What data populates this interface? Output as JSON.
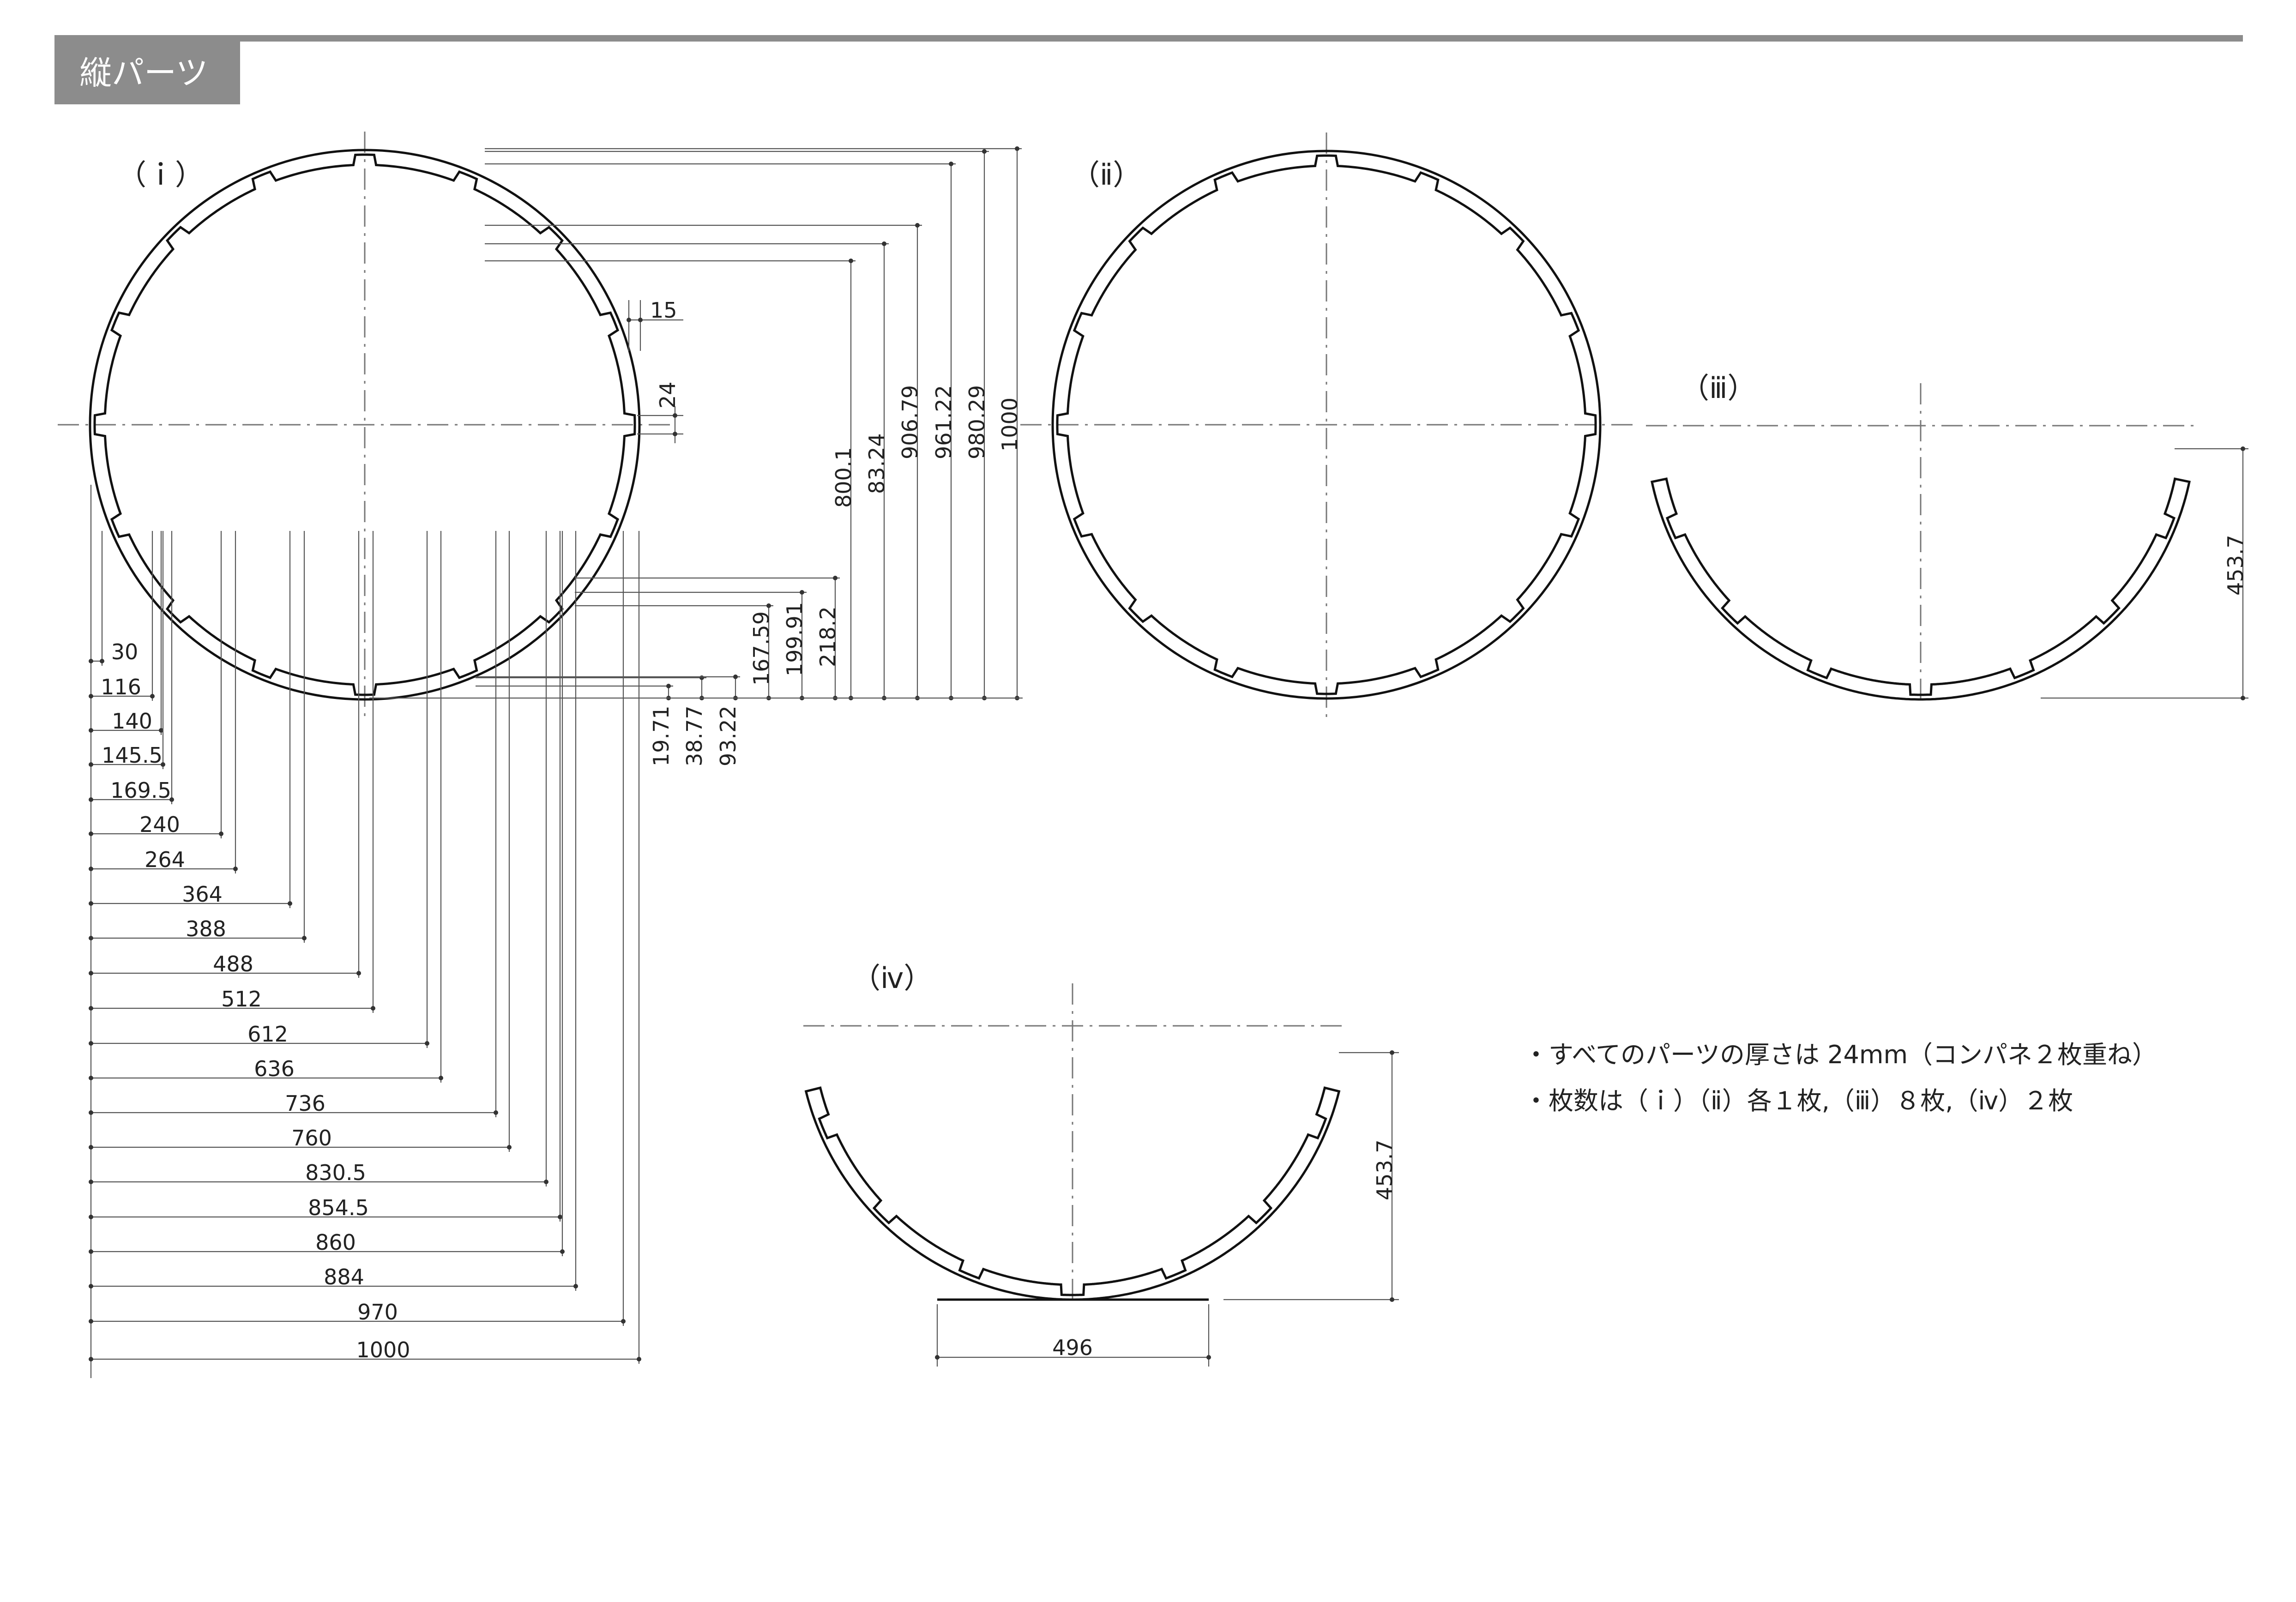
{
  "header": {
    "title": "縦パーツ"
  },
  "parts": [
    {
      "label": "（ｉ）"
    },
    {
      "label": "（ⅱ）"
    },
    {
      "label": "（ⅲ）"
    },
    {
      "label": "（ⅳ）"
    }
  ],
  "dimensions": {
    "part_i_horizontal": [
      "30",
      "116",
      "140",
      "145.5",
      "169.5",
      "240",
      "264",
      "364",
      "388",
      "488",
      "512",
      "612",
      "636",
      "736",
      "760",
      "830.5",
      "854.5",
      "860",
      "884",
      "970",
      "1000"
    ],
    "part_i_vertical_upper": [
      "800.1",
      "83.24",
      "906.79",
      "961.22",
      "980.29",
      "1000"
    ],
    "part_i_vertical_lower": [
      "167.59",
      "199.91",
      "218.2"
    ],
    "part_i_vertical_lowest": [
      "19.71",
      "38.77",
      "93.22"
    ],
    "notch_width": "15",
    "notch_height": "24",
    "part_iii_height": "453.7",
    "part_iv_height": "453.7",
    "part_iv_width": "496"
  },
  "notes": [
    "・すべてのパーツの厚さは 24mm（コンパネ２枚重ね）",
    "・枚数は（ｉ）（ⅱ）各１枚,（ⅲ）８枚,（ⅳ）２枚"
  ]
}
